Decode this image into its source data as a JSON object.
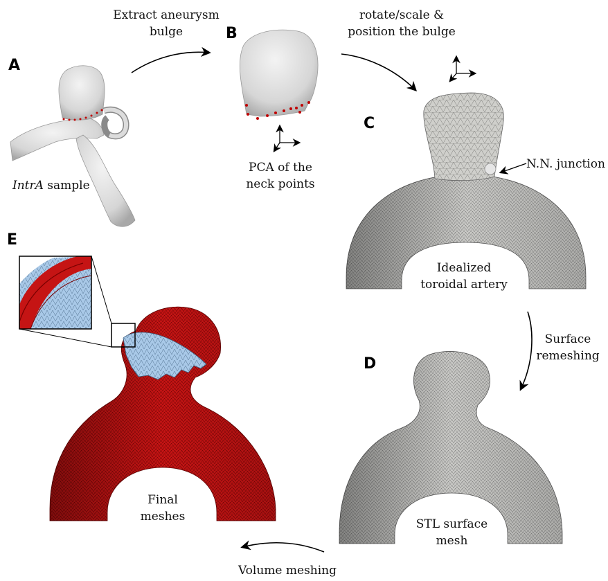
{
  "panels": {
    "a": "A",
    "b": "B",
    "c": "C",
    "d": "D",
    "e": "E"
  },
  "labels": {
    "extract_l1": "Extract aneurysm",
    "extract_l2": "bulge",
    "rotate_l1": "rotate/scale &",
    "rotate_l2": "position the bulge",
    "intra_italic": "IntrA",
    "intra_rest": " sample",
    "pca_l1": "PCA of the",
    "pca_l2": "neck points",
    "nn_junction": "N.N. junction",
    "idealized_l1": "Idealized",
    "idealized_l2": "toroidal artery",
    "surface_l1": "Surface",
    "surface_l2": "remeshing",
    "stl_l1": "STL surface",
    "stl_l2": "mesh",
    "final_l1": "Final",
    "final_l2": "meshes",
    "volume": "Volume meshing"
  },
  "colors": {
    "mesh_gray": "#c9c9c6",
    "mesh_light": "#ececeb",
    "final_red": "#c51414",
    "inner_blue": "#a9c9e8",
    "neck_points": "#c00000"
  }
}
